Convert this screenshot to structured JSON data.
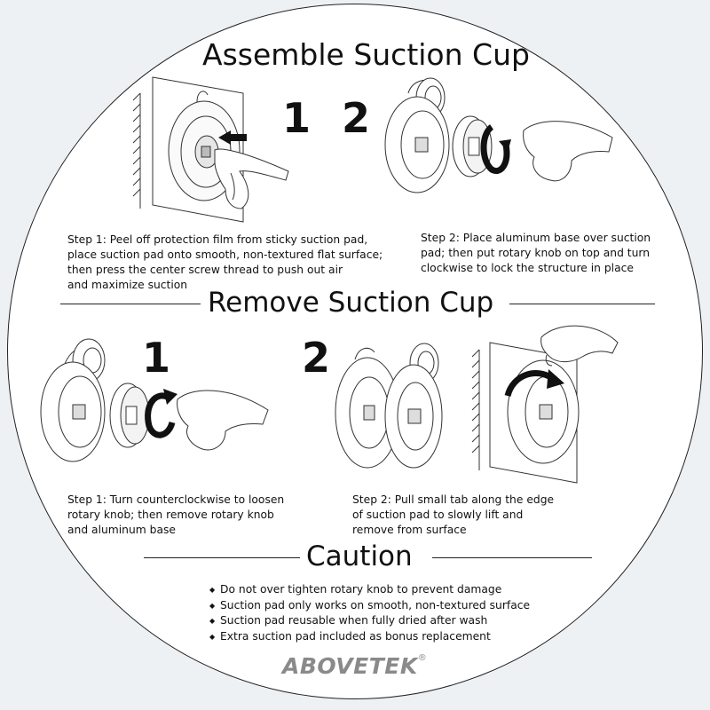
{
  "assemble": {
    "title": "Assemble Suction Cup",
    "num1": "1",
    "num2": "2",
    "step1": "Step 1: Peel off protection film from sticky suction pad,\nplace suction pad onto smooth, non-textured flat surface;\nthen press the center screw thread to push out air\nand maximize suction",
    "step2": "Step 2: Place aluminum base over suction\npad; then put rotary knob on top and turn\nclockwise to lock the structure in place"
  },
  "remove": {
    "title": "Remove Suction Cup",
    "num1": "1",
    "num2": "2",
    "step1": "Step 1: Turn counterclockwise to loosen\n rotary knob; then remove rotary knob\n  and aluminum base",
    "step2": "Step 2: Pull small tab along the edge\n  of suction pad to slowly lift and\n   remove from surface"
  },
  "caution": {
    "title": "Caution",
    "bullet_symbol": "◆",
    "items": [
      "Do not over tighten rotary knob to prevent damage",
      "Suction pad only works on smooth, non-textured surface",
      "Suction pad reusable when fully dried after wash",
      "Extra suction pad included as bonus replacement"
    ]
  },
  "brand": {
    "name": "ABOVETEK",
    "mark": "®"
  }
}
